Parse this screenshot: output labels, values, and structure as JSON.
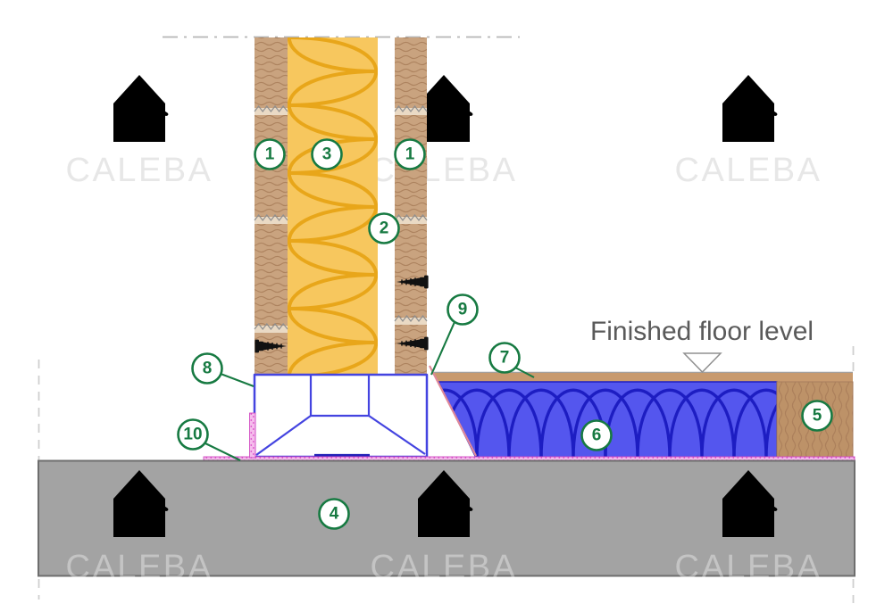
{
  "watermark": {
    "brand": "CALEBA"
  },
  "labels": {
    "finished_floor": "Finished floor level"
  },
  "callouts": {
    "c1a": "1",
    "c1b": "1",
    "c2": "2",
    "c3": "3",
    "c4": "4",
    "c5": "5",
    "c6": "6",
    "c7": "7",
    "c8": "8",
    "c9": "9",
    "c10": "10"
  },
  "colors": {
    "callout_green": "#177a42",
    "stud_brown": "#c9a37f",
    "insulation_yellow": "#f7c75e",
    "insulation_yellow_line": "#e8a61a",
    "floor_insulation_blue": "#5456ee",
    "floor_insulation_blue_line": "#1d1dc2",
    "block_outline_blue": "#4444e0",
    "membrane_pink": "#f5bcec",
    "membrane_pink_dark": "#d848c6",
    "tape_pink": "#e08898",
    "slab_gray": "#a3a3a3",
    "deck_tan": "#c89a6e",
    "joist_brown": "#bd9268",
    "screw_black": "#111111",
    "text_gray": "#5a5a5a"
  }
}
